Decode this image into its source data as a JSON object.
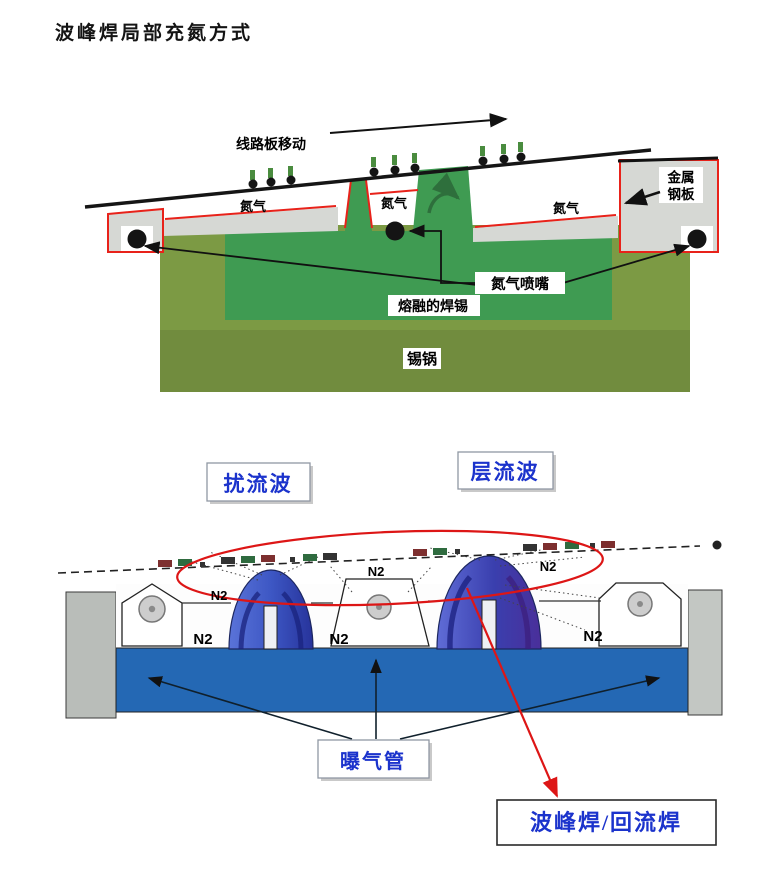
{
  "page": {
    "title": "波峰焊局部充氮方式"
  },
  "top": {
    "board_movement": "线路板移动",
    "n2_left": "氮气",
    "n2_mid": "氮气",
    "n2_right": "氮气",
    "metal_line1": "金属",
    "metal_line2": "钢板",
    "nozzle_label": "氮气喷嘴",
    "molten_label": "熔融的焊锡",
    "pot_label": "锡锅"
  },
  "bottom": {
    "turbulent": "扰流波",
    "laminar": "层流波",
    "n2": [
      "N2",
      "N2",
      "N2",
      "N2",
      "N2",
      "N2"
    ],
    "aeration": "曝气管",
    "callout": "波峰焊/回流焊"
  },
  "colors": {
    "label_blue": "#1b33cc",
    "highlight_red": "#dd1616",
    "plate_red": "#e8221a",
    "solder_green": "#3f9b52",
    "pot_olive": "#7c9a44",
    "bath_blue": "#2468b4"
  }
}
